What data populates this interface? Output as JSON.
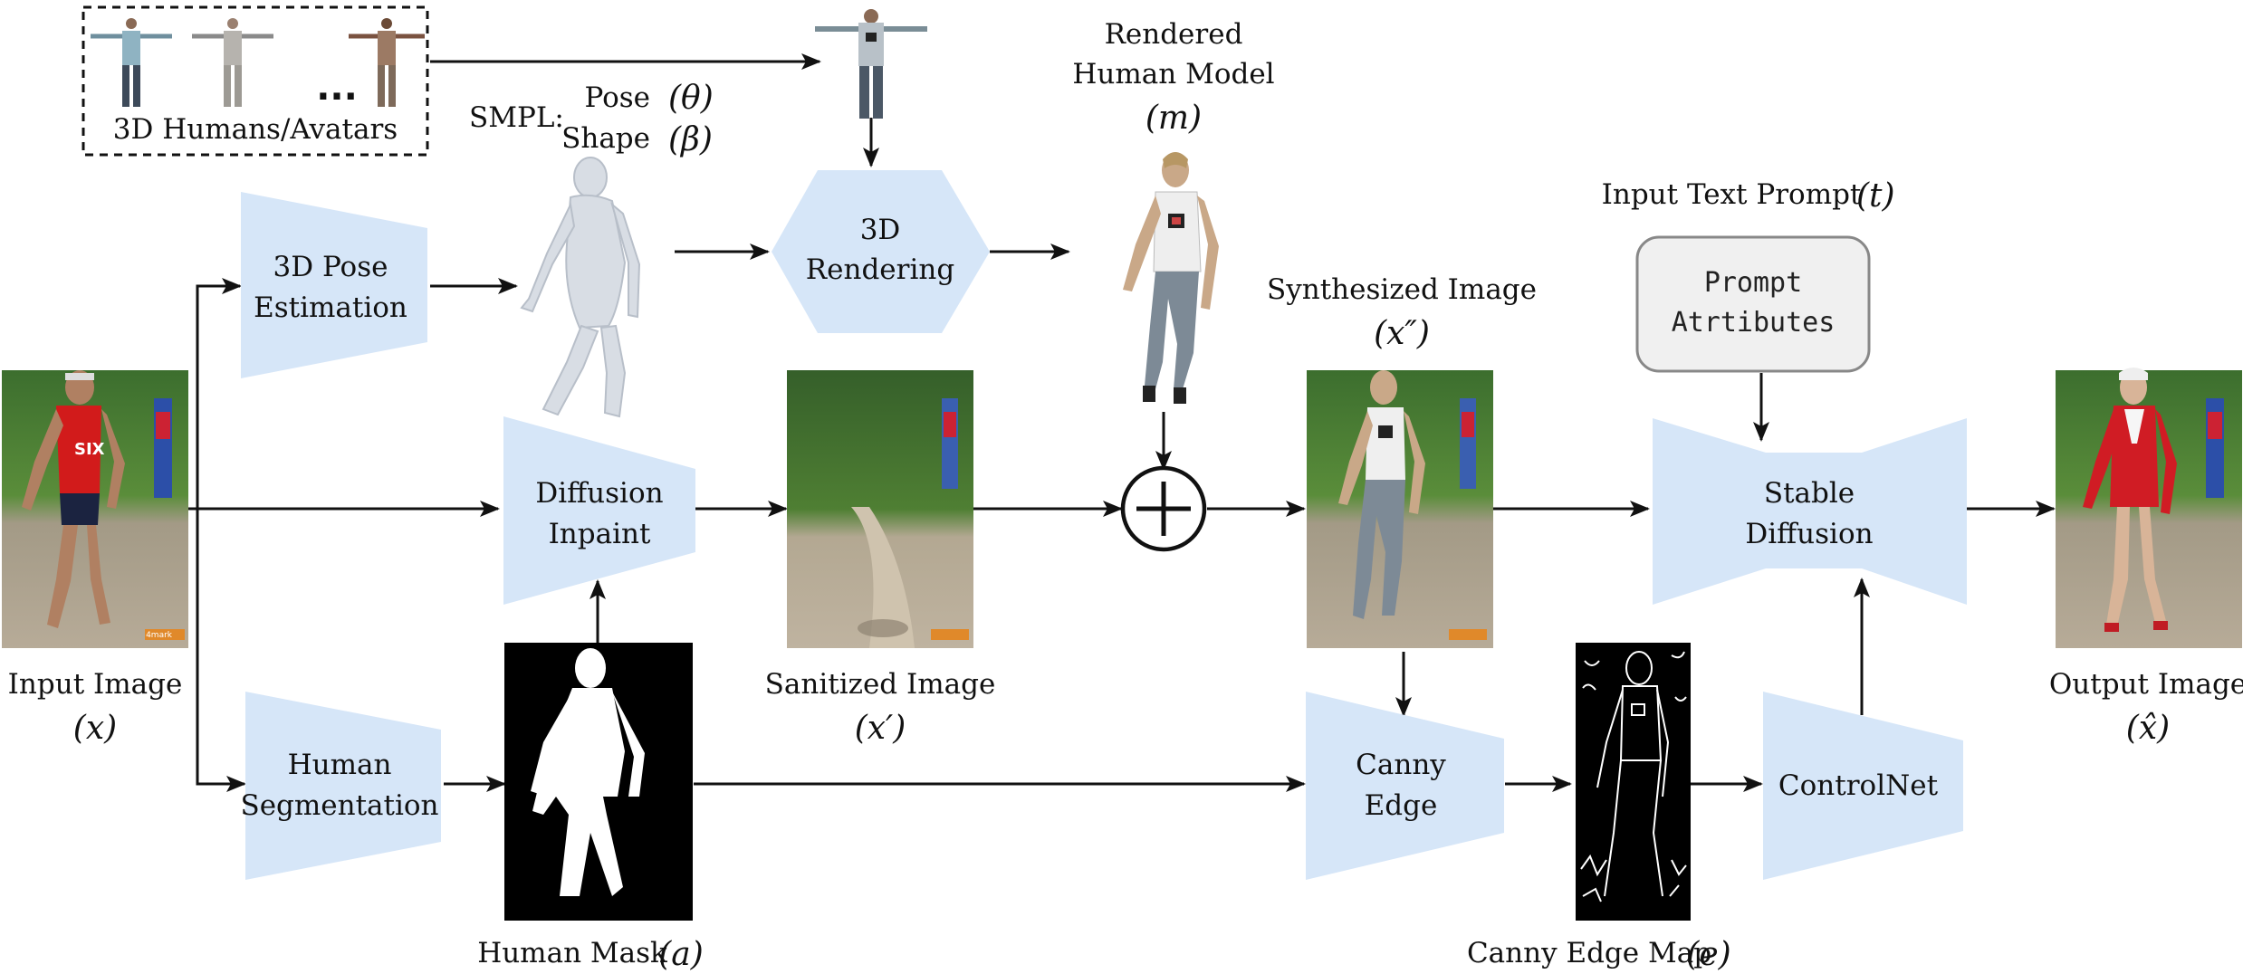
{
  "avatars": {
    "label": "3D Humans/Avatars",
    "ellipsis": "..."
  },
  "smpl": {
    "prefix": "SMPL:",
    "pose": "Pose",
    "pose_sym": "(θ)",
    "shape": "Shape",
    "shape_sym": "(β)"
  },
  "rendered": {
    "line1": "Rendered",
    "line2": "Human Model",
    "sym": "(m)"
  },
  "blocks": {
    "pose_est": [
      "3D Pose",
      "Estimation"
    ],
    "rendering": [
      "3D",
      "Rendering"
    ],
    "inpaint": [
      "Diffusion",
      "Inpaint"
    ],
    "segmentation": [
      "Human",
      "Segmentation"
    ],
    "canny": [
      "Canny",
      "Edge"
    ],
    "controlnet": [
      "ControlNet"
    ],
    "stable": [
      "Stable",
      "Diffusion"
    ]
  },
  "prompt": {
    "title": "Input Text Prompt",
    "sym": "(t)",
    "line1": "Prompt",
    "line2": "Atrtibutes"
  },
  "images": {
    "input": {
      "label": "Input Image",
      "sym": "(x)"
    },
    "sanitized": {
      "label": "Sanitized Image",
      "sym": "(x′)"
    },
    "synth": {
      "label": "Synthesized Image",
      "sym": "(x″)"
    },
    "output": {
      "label": "Output Image",
      "sym": "(x̂)"
    },
    "mask": {
      "label": "Human Mask",
      "sym": "(a)"
    },
    "edge": {
      "label": "Canny Edge Map",
      "sym": "(e)"
    }
  },
  "photo_text": {
    "bib": "SIX",
    "watermark": "4mark"
  },
  "colors": {
    "block_fill": "#d6e6f8",
    "prompt_fill": "#f0f0f0",
    "arrow": "#111111"
  }
}
